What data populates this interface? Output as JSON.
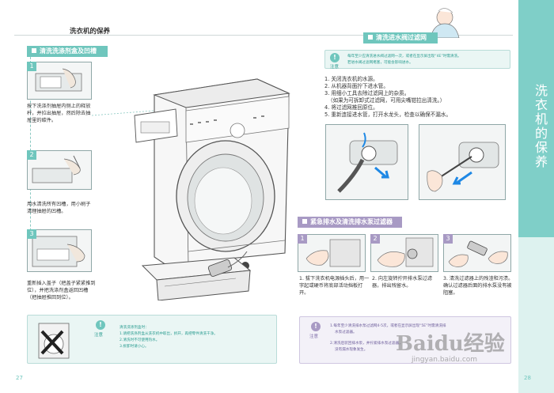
{
  "header": {
    "title": "洗衣机的保养"
  },
  "side_tab": {
    "label": "洗衣机的保养"
  },
  "left": {
    "section_title": "清洗洗涤剂盒及凹槽",
    "steps": [
      {
        "num": "1",
        "caption": "按下洗涤剂抽屉内侧上的释放杆，并拉出抽屉，然后除去抽屉里的碳件。"
      },
      {
        "num": "2",
        "caption": "用水清洗所有凹槽，用小刷子清理抽屉的凹槽。"
      },
      {
        "num": "3",
        "caption": "重新插入盖子（把盖子紧紧推到位），并把洗涤剂盒返回凹槽（把抽屉推回到位）。"
      }
    ],
    "note": {
      "label": "注意",
      "lines": [
        "清洗洗涤剂盒时：",
        "1.请把洗涤剂盒从洗衣机中取出，拆开，再把零件清洗干净。",
        "2.清洗时不可使用热水。",
        "3.拆卸时请小心。"
      ]
    },
    "page_number": "27"
  },
  "inlet": {
    "section_title": "清洗进水阀过滤网",
    "note": {
      "label": "注意",
      "lines": [
        "每年至少应清洗进水阀过滤网一次，或者在显示屏出现“4E”时需清洗。",
        "若进水阀过滤网堵塞，可能会影响进水。"
      ]
    },
    "steps": [
      "1. 关闭洗衣机的水源。",
      "2. 从机器背面拧下进水管。",
      "3. 用细小工具去除过滤网上的杂质。",
      "（如果为可拆卸式过滤网，可用尖嘴钳拉出清洗。）",
      "4. 将过滤网推回原位。",
      "5. 重新连接进水管，打开水龙头，检查以确保不漏水。"
    ]
  },
  "drain": {
    "section_title": "紧急排水及清洗排水泵过滤器",
    "steps": [
      {
        "num": "1",
        "text": "拔下洗衣机电源插头后，用一字起或硬币将底部活动挡板打开。"
      },
      {
        "num": "2",
        "text": "向左旋转拧开排水泵过滤器，排出残留水。"
      },
      {
        "num": "3",
        "text": "清洗过滤器上的残渣和污渍。确认过滤器后面的排水泵没有被阻塞。"
      }
    ],
    "note": {
      "label": "注意",
      "lines": [
        "1.每年至少清洗排水泵过滤网4-5次，或者在显示屏出现“5E”时需清洗排",
        "水泵过滤器。",
        "2.清洗后装回排水泵，并拧紧排水泵过滤器，",
        "没有漏水现象发生。"
      ]
    },
    "page_number": "28"
  },
  "watermark": {
    "brand": "Baidu经验",
    "url": "jingyan.baidu.com"
  },
  "colors": {
    "accent": "#6fc6bd",
    "secondary": "#a89ac4",
    "band": "#7fcfc8"
  }
}
